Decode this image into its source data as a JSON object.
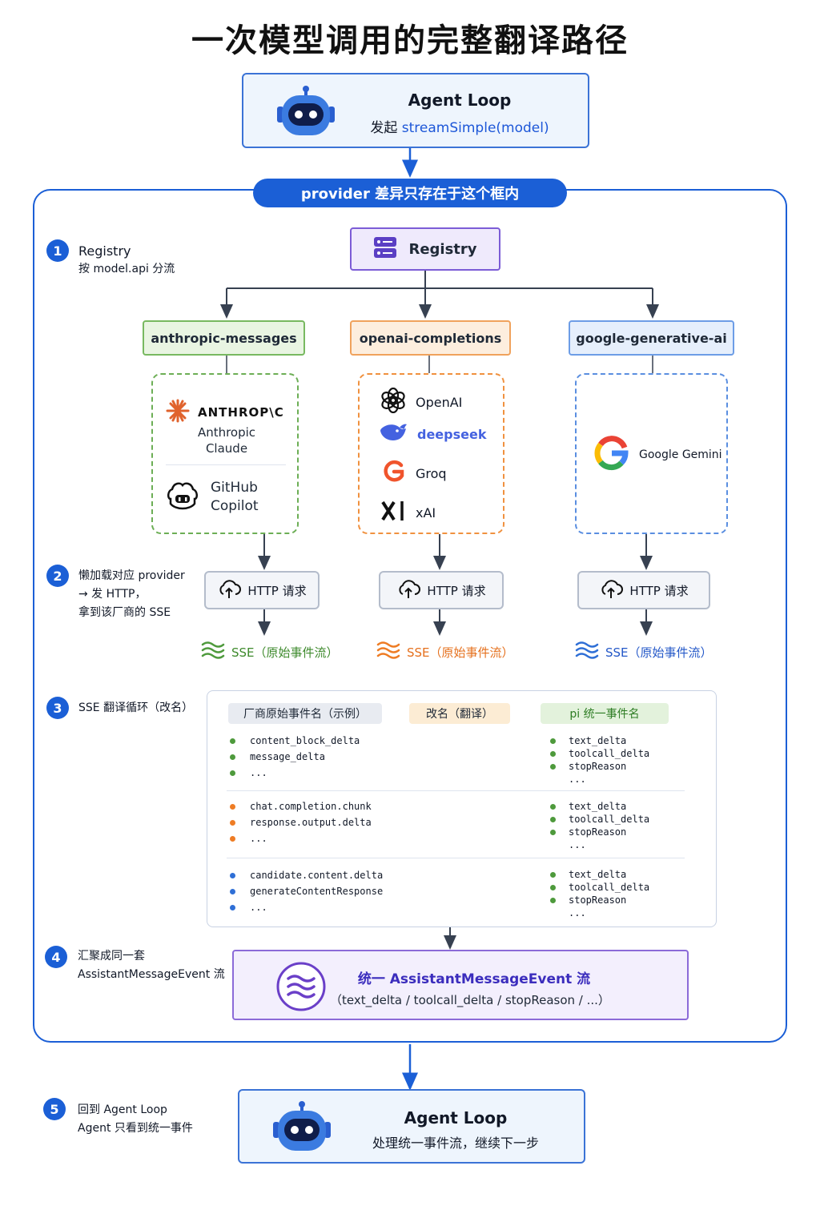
{
  "title": "一次模型调用的完整翻译路径",
  "top_agent": {
    "title": "Agent Loop",
    "subtitle_prefix": "发起 ",
    "subtitle_code": "streamSimple(model)",
    "icon": "robot-icon"
  },
  "banner": "provider 差异只存在于这个框内",
  "steps": [
    {
      "num": "1",
      "lines": [
        "Registry",
        "按 model.api 分流"
      ]
    },
    {
      "num": "2",
      "lines": [
        "懒加载对应 provider",
        "→ 发 HTTP，",
        "拿到该厂商的 SSE"
      ]
    },
    {
      "num": "3",
      "lines": [
        "SSE 翻译循环（改名）"
      ]
    },
    {
      "num": "4",
      "lines": [
        "汇聚成同一套",
        "AssistantMessageEvent 流"
      ]
    },
    {
      "num": "5",
      "lines": [
        "回到 Agent Loop",
        "Agent 只看到统一事件"
      ]
    }
  ],
  "registry": {
    "label": "Registry",
    "icon": "server-icon"
  },
  "providers": [
    {
      "name": "anthropic-messages",
      "color": "#4e9a3c"
    },
    {
      "name": "openai-completions",
      "color": "#ee7c24"
    },
    {
      "name": "google-generative-ai",
      "color": "#2f6fd6"
    }
  ],
  "vendors": {
    "anthropic": {
      "logo": "ANTHROP\\C",
      "name_lines": [
        "Anthropic",
        "Claude"
      ],
      "icon": "anthropic-burst-icon"
    },
    "github": {
      "name_lines": [
        "GitHub",
        "Copilot"
      ],
      "icon": "copilot-icon"
    },
    "openai": [
      {
        "name": "OpenAI",
        "icon": "openai-icon"
      },
      {
        "name": "deepseek",
        "icon": "deepseek-whale-icon"
      },
      {
        "name": "Groq",
        "icon": "groq-icon"
      },
      {
        "name": "xAI",
        "icon": "xai-icon"
      }
    ],
    "google": {
      "name": "Google Gemini",
      "icon": "google-g-icon"
    }
  },
  "http_label": "HTTP 请求",
  "sse_label": "SSE（原始事件流）",
  "table": {
    "headers": [
      "厂商原始事件名（示例）",
      "改名（翻译）",
      "pi 统一事件名"
    ],
    "rows": [
      {
        "color": "#4e9a3c",
        "raw": [
          "content_block_delta",
          "message_delta",
          "..."
        ],
        "unified": [
          "text_delta",
          "toolcall_delta",
          "stopReason",
          "..."
        ]
      },
      {
        "color": "#ee7c24",
        "raw": [
          "chat.completion.chunk",
          "response.output.delta",
          "..."
        ],
        "unified": [
          "text_delta",
          "toolcall_delta",
          "stopReason",
          "..."
        ]
      },
      {
        "color": "#2f6fd6",
        "raw": [
          "candidate.content.delta",
          "generateContentResponse",
          "..."
        ],
        "unified": [
          "text_delta",
          "toolcall_delta",
          "stopReason",
          "..."
        ]
      }
    ]
  },
  "unified": {
    "title": "统一 AssistantMessageEvent 流",
    "subtitle": "（text_delta / toolcall_delta / stopReason / ...）",
    "icon": "wave-icon"
  },
  "bottom_agent": {
    "title": "Agent Loop",
    "subtitle": "处理统一事件流，继续下一步",
    "icon": "robot-icon"
  },
  "colors": {
    "accent": "#1b5fd6",
    "green": "#4e9a3c",
    "orange": "#ee7c24",
    "blue": "#2f6fd6",
    "purple": "#7c5cd6"
  }
}
